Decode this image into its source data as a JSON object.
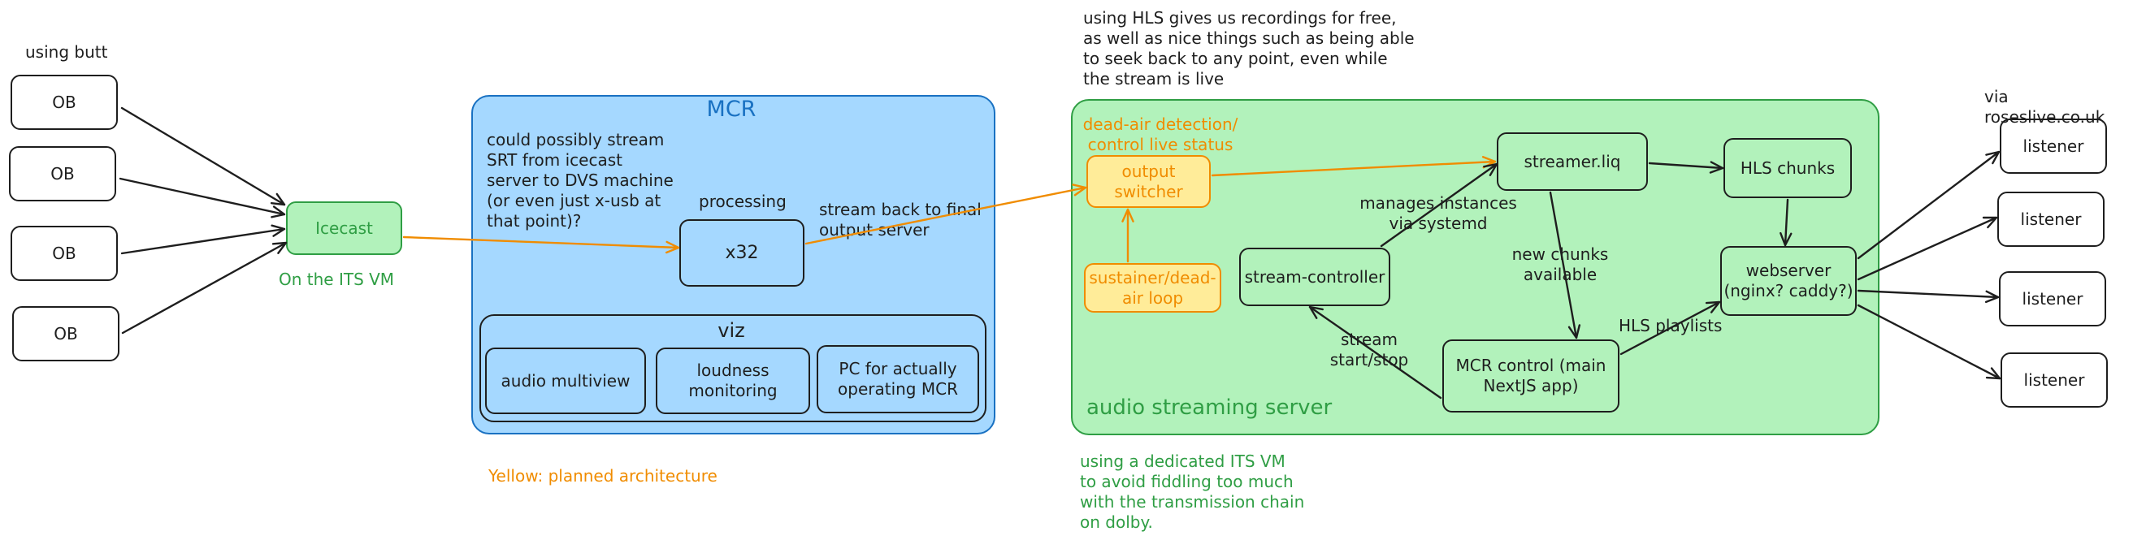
{
  "nodes": {
    "ob_1": "OB",
    "ob_2": "OB",
    "ob_3": "OB",
    "ob_4": "OB",
    "icecast": "Icecast",
    "x32": "x32",
    "audio_multiview": "audio multiview",
    "loudness_monitoring": "loudness\nmonitoring",
    "pc_operating_mcr": "PC for actually\noperating MCR",
    "output_switcher": "output\nswitcher",
    "sustainer_loop": "sustainer/dead-\nair loop",
    "stream_controller": "stream-controller",
    "streamer_liq": "streamer.liq",
    "hls_chunks": "HLS chunks",
    "webserver": "webserver\n(nginx? caddy?)",
    "mcr_control": "MCR control (main\nNextJS app)",
    "listener_1": "listener",
    "listener_2": "listener",
    "listener_3": "listener",
    "listener_4": "listener"
  },
  "regions": {
    "mcr_title": "MCR",
    "viz_title": "viz",
    "server_title": "audio streaming server"
  },
  "labels": {
    "using_butt": "using butt",
    "on_its_vm": "On the ITS VM",
    "srt_note": "could possibly stream\nSRT from icecast\nserver to DVS machine\n(or even just x-usb at\nthat point)?",
    "processing": "processing",
    "stream_back": "stream back to final\noutput server",
    "hls_note": "using HLS gives us recordings for free,\nas well as nice things such as being able\nto seek back to any point, even while\nthe stream is live",
    "dead_air": "dead-air detection/\ncontrol live status",
    "manages_instances": "manages instances\nvia systemd",
    "new_chunks": "new chunks\navailable",
    "hls_playlists": "HLS playlists",
    "stream_start_stop": "stream\nstart/stop",
    "via_roseslive": "via roseslive.co.uk",
    "yellow_legend": "Yellow: planned architecture",
    "dedicated_vm": "using a dedicated ITS VM\nto avoid fiddling too much\nwith the transmission chain\non dolby."
  },
  "colors": {
    "ink": "#1e1e1e",
    "mcr_fill": "#a5d8ff",
    "mcr_stroke": "#1971c2",
    "green_fill": "#b2f2bb",
    "green_stroke": "#2f9e44",
    "yellow_fill": "#ffec99",
    "orange": "#f08c00"
  }
}
